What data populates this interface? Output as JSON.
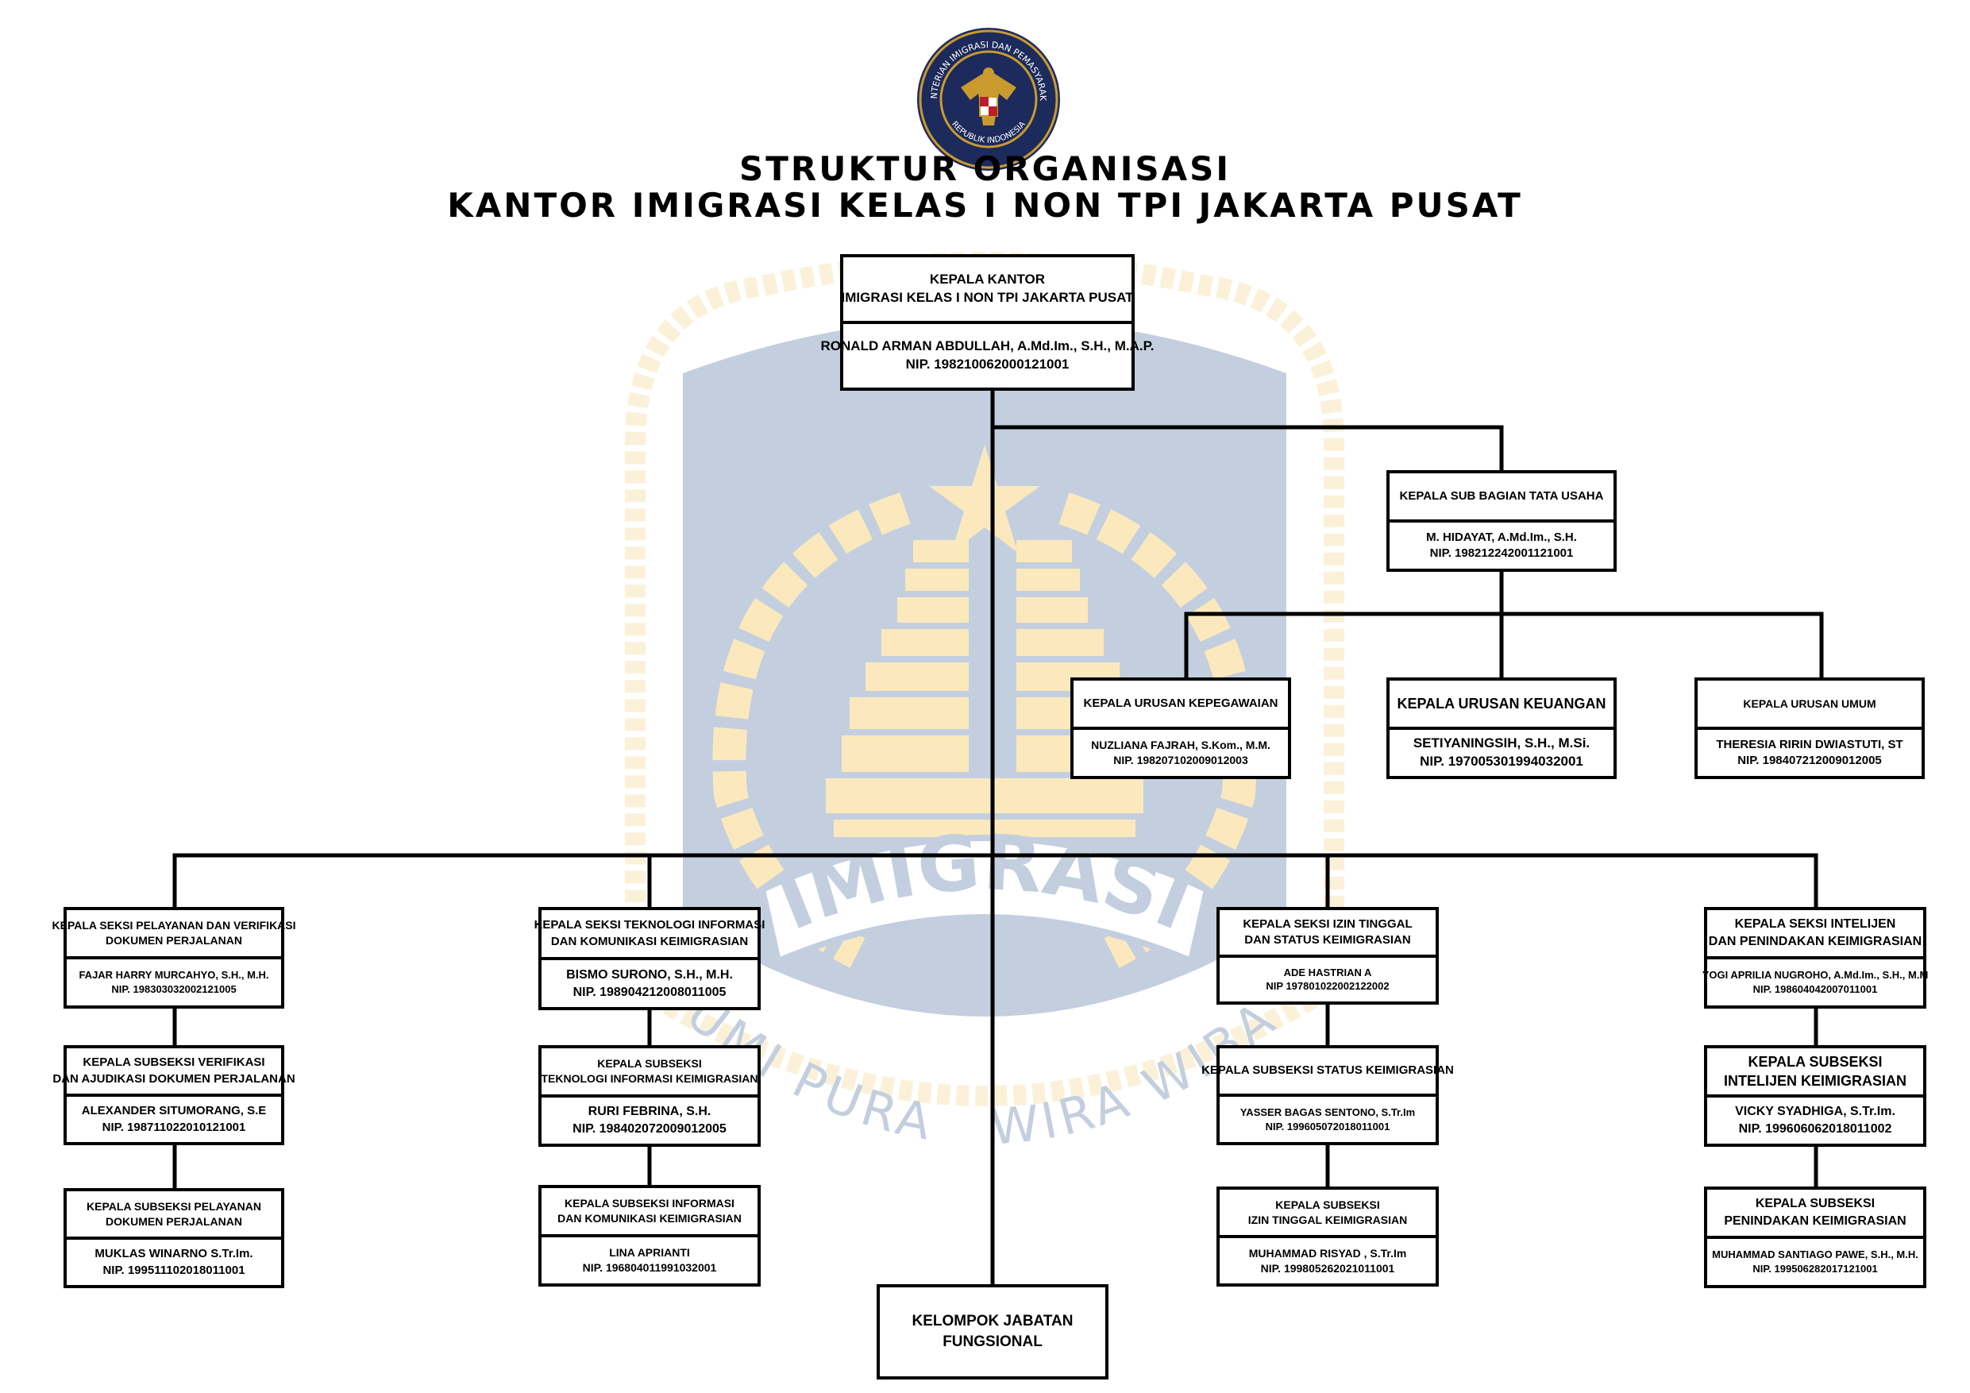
{
  "logo": {
    "ring_text": "KEMENTERIAN IMIGRASI DAN PEMASYARAKATAN",
    "bottom_text": "REPUBLIK INDONESIA",
    "icon": "garuda-emblem-icon",
    "colors": {
      "ring": "#1c2a5c",
      "gold": "#c99a2e"
    }
  },
  "title": {
    "line1": "STRUKTUR ORGANISASI",
    "line2": "KANTOR IMIGRASI KELAS I NON TPI JAKARTA PUSAT"
  },
  "watermark": {
    "word": "IMIGRASI",
    "motto_left": "BHUMI PURA",
    "motto_right": "WIRA WIBAWA",
    "colors": {
      "shield": "#c3cfdf",
      "rope": "#fbf1d9",
      "gold": "#fbe9bd",
      "white": "#ffffff"
    }
  },
  "nodes": {
    "kepala_kantor": {
      "title": [
        "KEPALA KANTOR",
        "IMIGRASI KELAS I NON TPI JAKARTA PUSAT"
      ],
      "name": "RONALD ARMAN ABDULLAH, A.Md.Im., S.H., M.A.P.",
      "nip": "NIP. 198210062000121001"
    },
    "tata_usaha": {
      "title": [
        "KEPALA SUB BAGIAN TATA USAHA"
      ],
      "name": "M. HIDAYAT, A.Md.Im., S.H.",
      "nip": "NIP. 198212242001121001"
    },
    "kepegawaian": {
      "title": [
        "KEPALA URUSAN KEPEGAWAIAN"
      ],
      "name": "NUZLIANA FAJRAH, S.Kom., M.M.",
      "nip": "NIP. 198207102009012003"
    },
    "keuangan": {
      "title": [
        "KEPALA URUSAN KEUANGAN"
      ],
      "name": "SETIYANINGSIH, S.H., M.Si.",
      "nip": "NIP. 197005301994032001"
    },
    "umum": {
      "title": [
        "KEPALA URUSAN UMUM"
      ],
      "name": "THERESIA RIRIN DWIASTUTI, ST",
      "nip": "NIP. 198407212009012005"
    },
    "seksi_pelayanan": {
      "title": [
        "KEPALA SEKSI PELAYANAN DAN VERIFIKASI",
        "DOKUMEN PERJALANAN"
      ],
      "name": "FAJAR HARRY MURCAHYO, S.H., M.H.",
      "nip": "NIP. 198303032002121005"
    },
    "sub_verifikasi": {
      "title": [
        "KEPALA SUBSEKSI VERIFIKASI",
        "DAN AJUDIKASI DOKUMEN PERJALANAN"
      ],
      "name": "ALEXANDER SITUMORANG, S.E",
      "nip": "NIP. 198711022010121001"
    },
    "sub_pelayanan": {
      "title": [
        "KEPALA SUBSEKSI PELAYANAN",
        "DOKUMEN PERJALANAN"
      ],
      "name": "MUKLAS WINARNO S.Tr.Im.",
      "nip": "NIP. 199511102018011001"
    },
    "seksi_tikim": {
      "title": [
        "KEPALA SEKSI TEKNOLOGI INFORMASI",
        "DAN KOMUNIKASI KEIMIGRASIAN"
      ],
      "name": "BISMO SURONO, S.H., M.H.",
      "nip": "NIP. 198904212008011005"
    },
    "sub_ti": {
      "title": [
        "KEPALA SUBSEKSI",
        "TEKNOLOGI INFORMASI KEIMIGRASIAN"
      ],
      "name": "RURI FEBRINA, S.H.",
      "nip": "NIP. 198402072009012005"
    },
    "sub_infokom": {
      "title": [
        "KEPALA SUBSEKSI INFORMASI",
        "DAN KOMUNIKASI KEIMIGRASIAN"
      ],
      "name": "LINA APRIANTI",
      "nip": "NIP. 196804011991032001"
    },
    "seksi_izin": {
      "title": [
        "KEPALA SEKSI IZIN TINGGAL",
        "DAN STATUS KEIMIGRASIAN"
      ],
      "name": "ADE HASTRIAN A",
      "nip": "NIP 197801022002122002"
    },
    "sub_status": {
      "title": [
        "KEPALA SUBSEKSI STATUS KEIMIGRASIAN"
      ],
      "name": "YASSER BAGAS SENTONO, S.Tr.Im",
      "nip": "NIP. 199605072018011001"
    },
    "sub_izin": {
      "title": [
        "KEPALA SUBSEKSI",
        "IZIN TINGGAL KEIMIGRASIAN"
      ],
      "name": "MUHAMMAD RISYAD , S.Tr.Im",
      "nip": "NIP. 199805262021011001"
    },
    "seksi_inteldak": {
      "title": [
        "KEPALA SEKSI INTELIJEN",
        "DAN PENINDAKAN KEIMIGRASIAN"
      ],
      "name": "YOGI APRILIA NUGROHO, A.Md.Im., S.H., M.M",
      "nip": "NIP. 198604042007011001"
    },
    "sub_intel": {
      "title": [
        "KEPALA SUBSEKSI",
        "INTELIJEN KEIMIGRASIAN"
      ],
      "name": "VICKY SYADHIGA, S.Tr.Im.",
      "nip": "NIP. 199606062018011002"
    },
    "sub_penindakan": {
      "title": [
        "KEPALA SUBSEKSI",
        "PENINDAKAN KEIMIGRASIAN"
      ],
      "name": "MUHAMMAD SANTIAGO PAWE, S.H., M.H.",
      "nip": "NIP. 199506282017121001"
    },
    "fungsional": {
      "title": [
        "KELOMPOK JABATAN",
        "FUNGSIONAL"
      ]
    }
  }
}
